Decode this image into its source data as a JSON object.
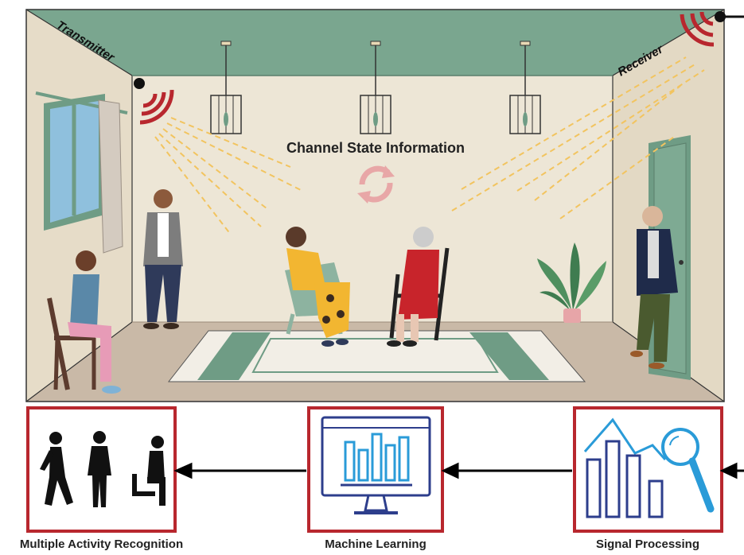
{
  "room": {
    "transmitter_label": "Transmitter",
    "receiver_label": "Receiver",
    "center_label": "Channel State Information"
  },
  "pipeline": {
    "stages": [
      {
        "label": "Multiple Activity Recognition",
        "icon": "people-activity-icon"
      },
      {
        "label": "Machine Learning",
        "icon": "monitor-bar-chart-icon"
      },
      {
        "label": "Signal Processing",
        "icon": "bar-chart-magnifier-icon"
      }
    ]
  },
  "colors": {
    "ceiling": "#7aa68f",
    "wall": "#ede6d6",
    "floor": "#c9b9a7",
    "signal": "#b8272e",
    "beam": "#f2c45f",
    "box_border": "#b8272e",
    "icon_blue": "#2d3e8c",
    "icon_light": "#2a9bd8"
  }
}
